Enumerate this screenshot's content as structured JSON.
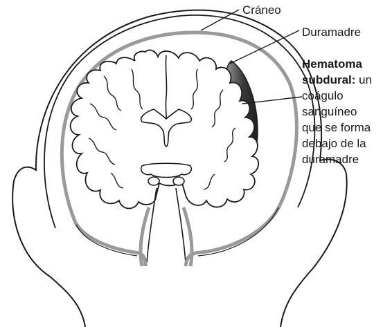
{
  "labels": {
    "skull": "Cráneo",
    "dura": "Duramadre",
    "hematoma_title": "Hematoma",
    "hematoma_title2": "subdural:",
    "hematoma_line1_rest": " un",
    "hematoma_line2": "coágulo",
    "hematoma_line3": "sanguíneo",
    "hematoma_line4": "que se forma",
    "hematoma_line5": "debajo de la",
    "hematoma_line6": "duramadre"
  },
  "colors": {
    "outline": "#1a1a1a",
    "dura": "#9a9a9a",
    "hematoma_dark": "#2a2a2a",
    "hematoma_light": "#8c8c8c"
  }
}
